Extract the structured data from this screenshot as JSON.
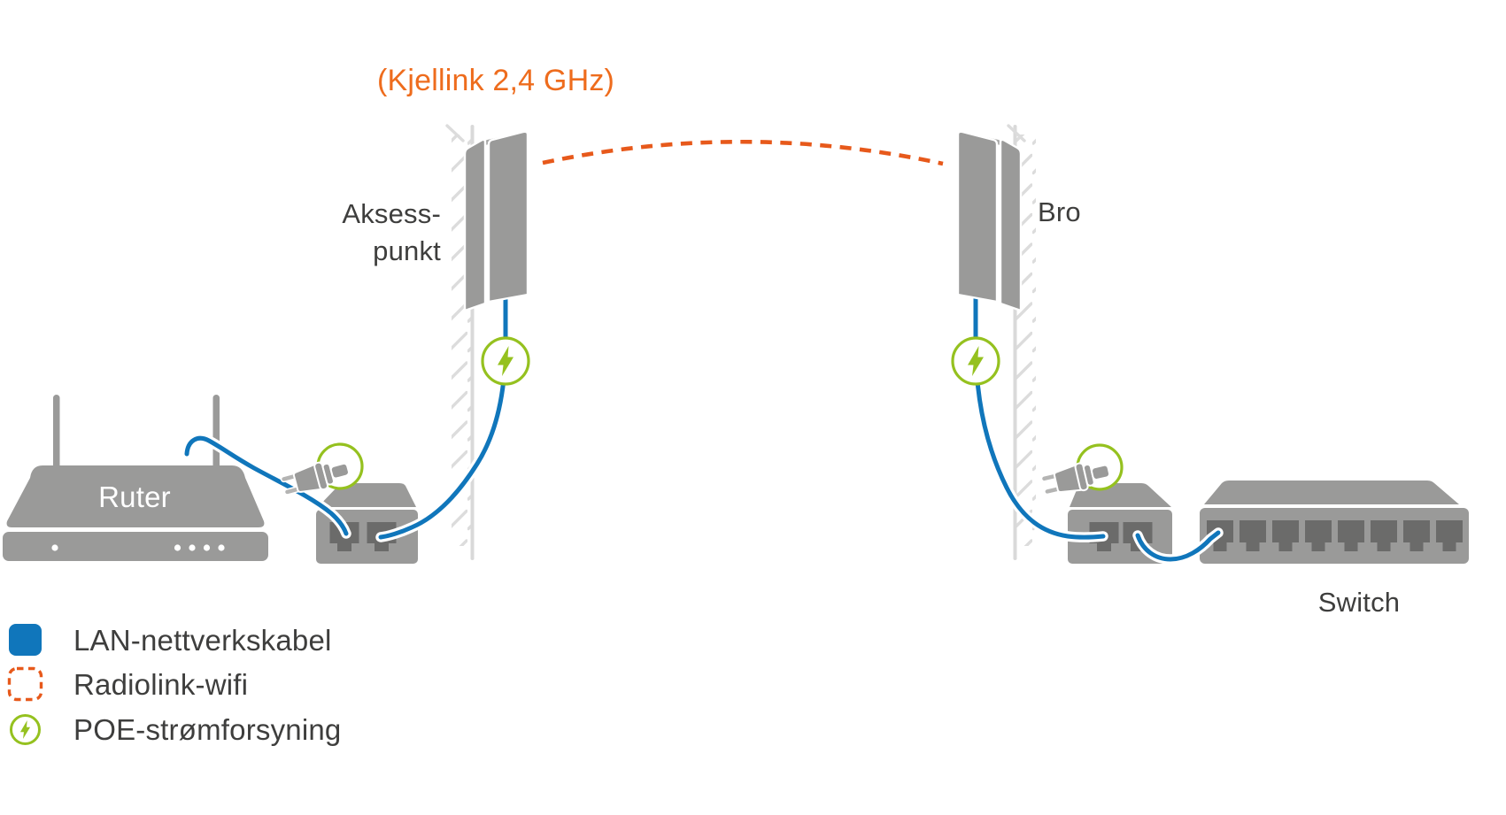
{
  "title": "(Kjellink 2,4 GHz)",
  "labels": {
    "access_point_line1": "Aksess-",
    "access_point_line2": "punkt",
    "bridge": "Bro",
    "router": "Ruter",
    "switch": "Switch"
  },
  "legend": {
    "items": [
      {
        "id": "lan-cable",
        "label": "LAN-nettverkskabel"
      },
      {
        "id": "radio-link-wifi",
        "label": "Radiolink-wifi"
      },
      {
        "id": "poe-power",
        "label": "POE-strømforsyning"
      }
    ]
  },
  "colors": {
    "lan-cable-blue": "#1076bb",
    "radio-link-orange": "#e7591b",
    "title-orange": "#ee6c1d",
    "poe-green": "#95c11f",
    "device-gray": "#9a9a99",
    "device-gray-light": "#a9a9a8",
    "port-gray": "#6b6b6a",
    "wall-gray": "#d9d9d9",
    "prong-gray": "#b4b4b3",
    "text-dark": "#3e3e3d"
  }
}
